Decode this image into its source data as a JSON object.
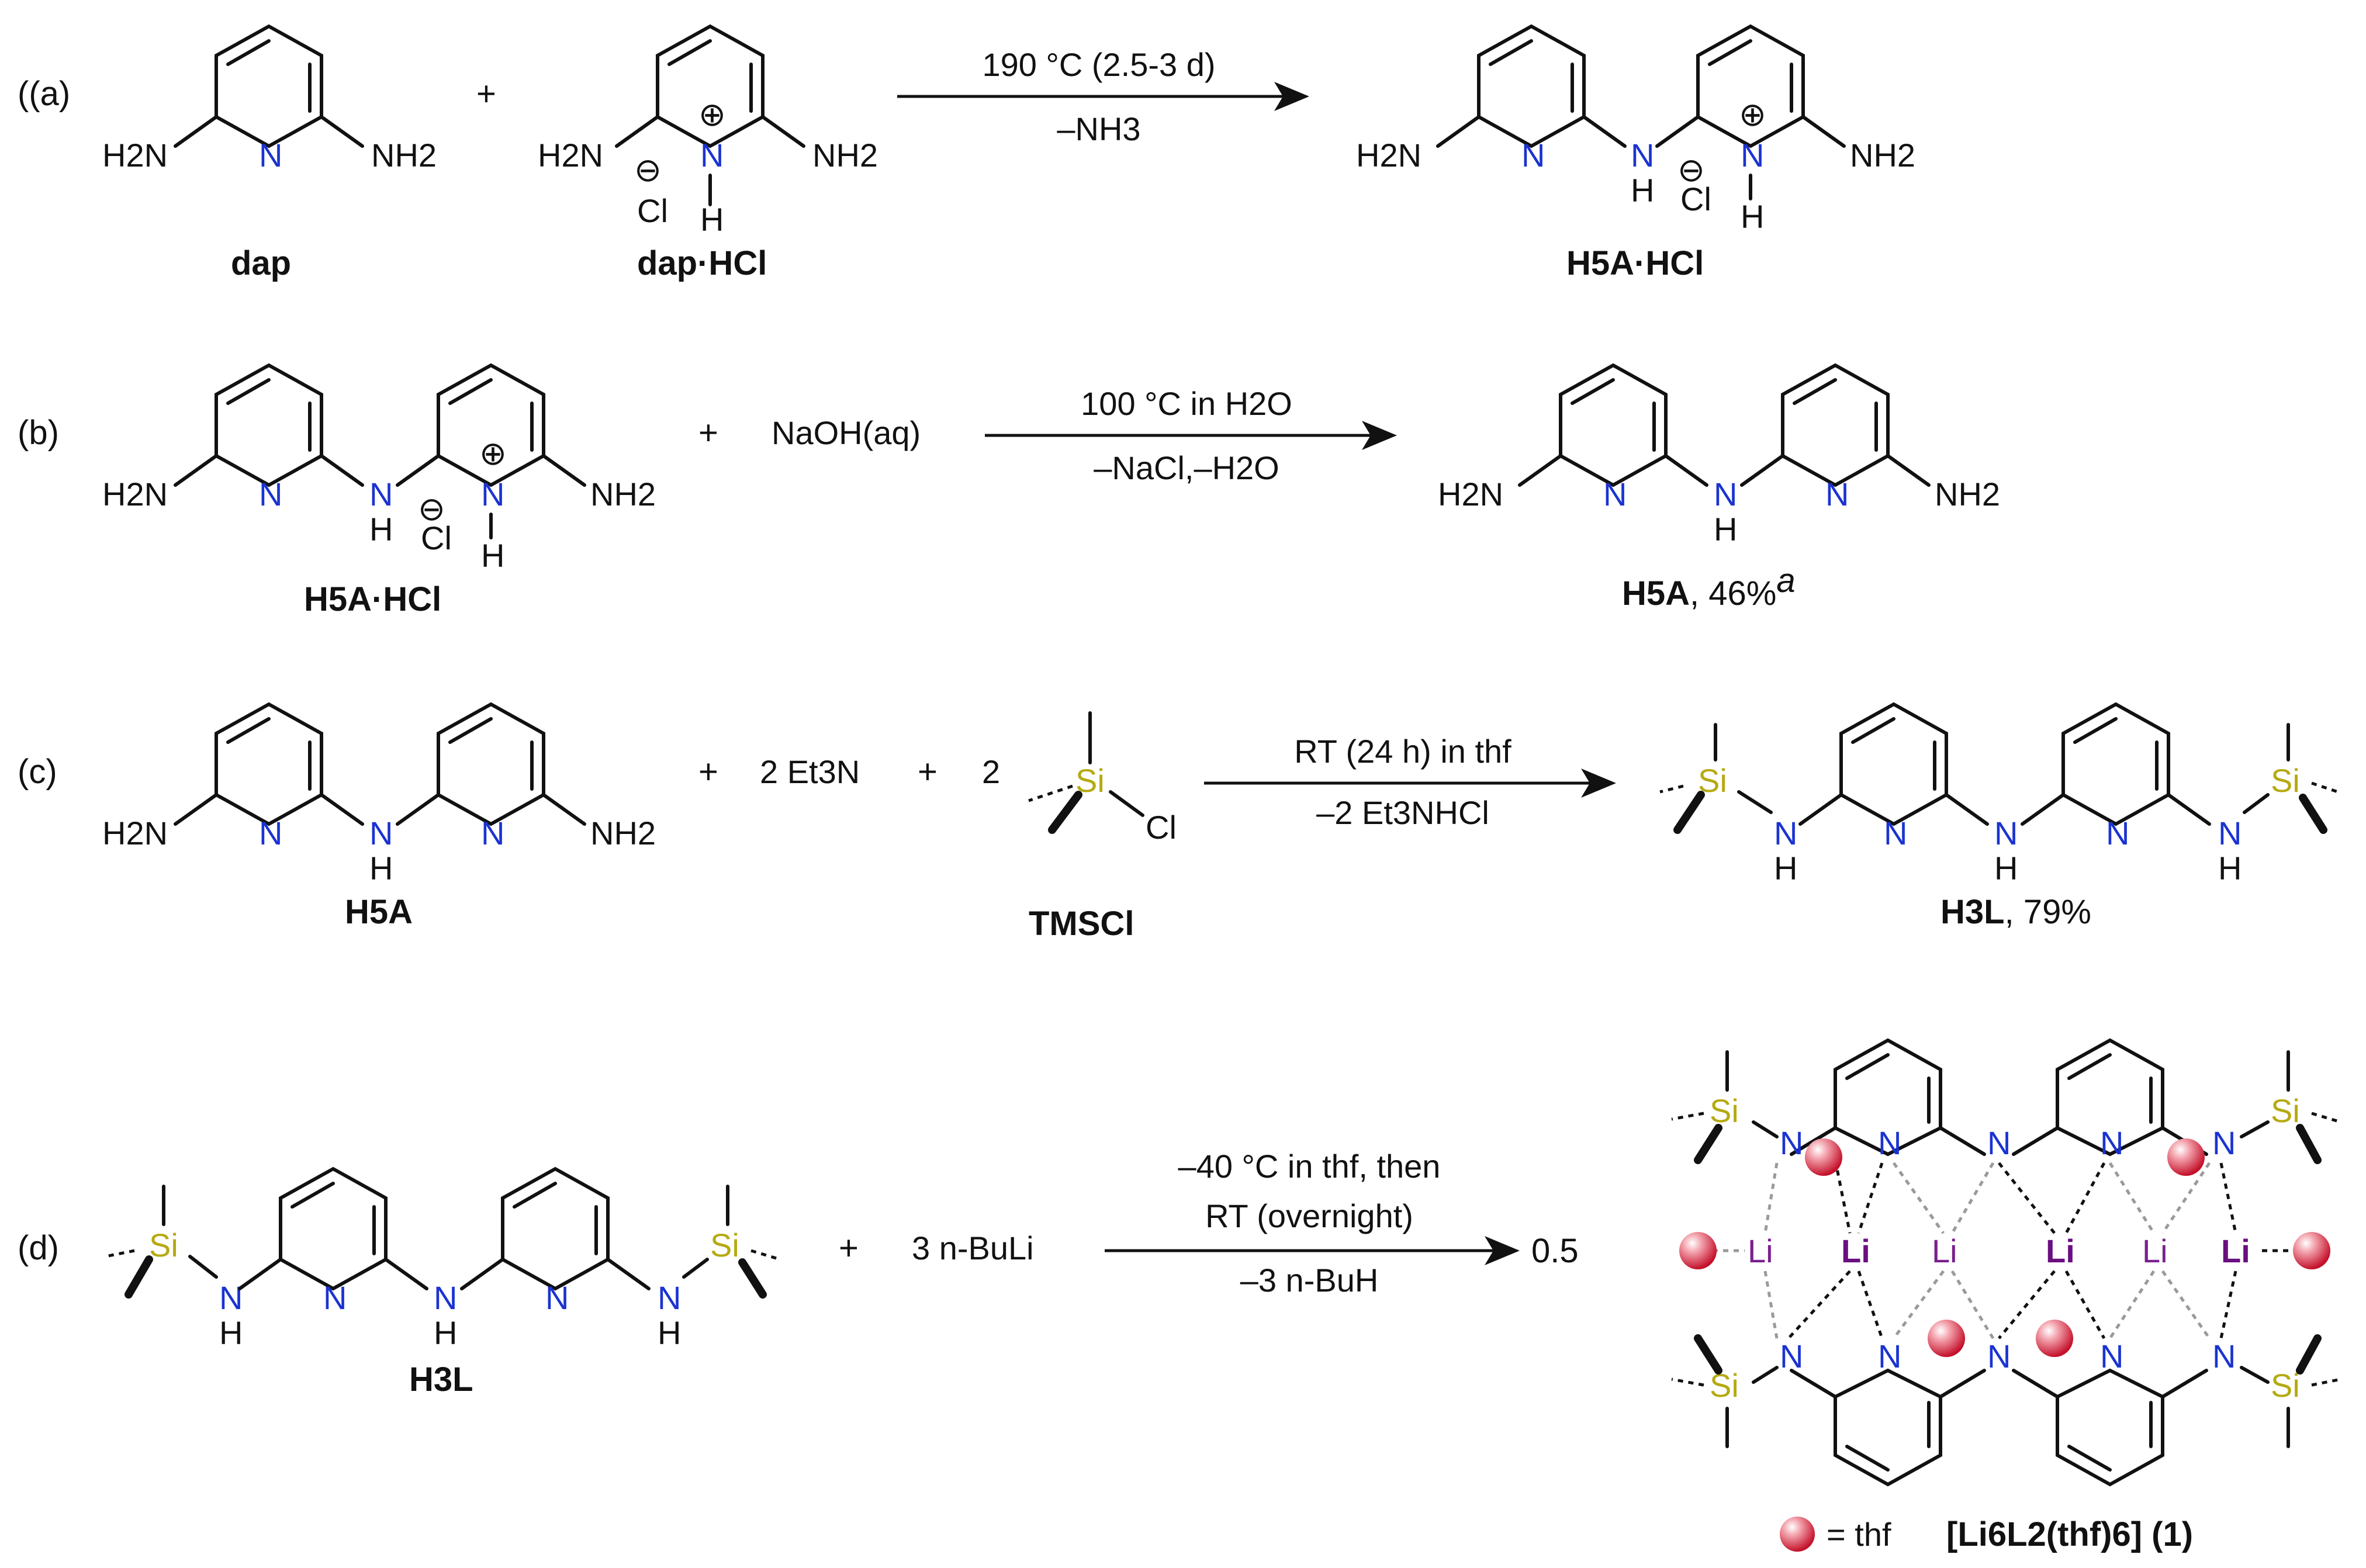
{
  "steps": [
    {
      "label": "(a)",
      "reactants": [
        "dap",
        "dap·HCl"
      ],
      "plus": "+",
      "condition_top": "190 °C (2.5-3 d)",
      "condition_bottom": "–NH3",
      "product": "H5A·HCl"
    },
    {
      "label": "(b)",
      "reactants": [
        "H5A·HCl",
        "NaOH(aq)"
      ],
      "plus": "+",
      "condition_top": "100 °C in H2O",
      "condition_bottom": "–NaCl,–H2O",
      "product": "H5A",
      "yield": ", 46%",
      "footnote": "a"
    },
    {
      "label": "(c)",
      "reactants": [
        "H5A",
        "2 Et3N",
        "2",
        "TMSCl"
      ],
      "plus": "+",
      "condition_top": "RT (24 h) in thf",
      "condition_bottom": "–2 Et3NHCl",
      "product": "H3L",
      "yield": ", 79%"
    },
    {
      "label": "(d)",
      "reactants": [
        "H3L",
        "3 n-BuLi"
      ],
      "plus": "+",
      "condition_top": "–40 °C in thf, then",
      "condition_middle": "RT (overnight)",
      "condition_bottom": "–3 n-BuH",
      "coefficient": "0.5",
      "product": "[Li6L2(thf)6] (1)",
      "legend": "= thf"
    }
  ],
  "atoms": {
    "N": "N",
    "NH2": "NH2",
    "H2N": "H2N",
    "H": "H",
    "Cl": "Cl",
    "Si": "Si",
    "Li": "Li",
    "plus_charge": "⊕",
    "minus_charge": "⊖"
  },
  "colors": {
    "nitrogen": "#1a33d1",
    "silicon": "#b5aa12",
    "lithium": "#7a1f8f",
    "thf_sphere": "#e0203a"
  }
}
